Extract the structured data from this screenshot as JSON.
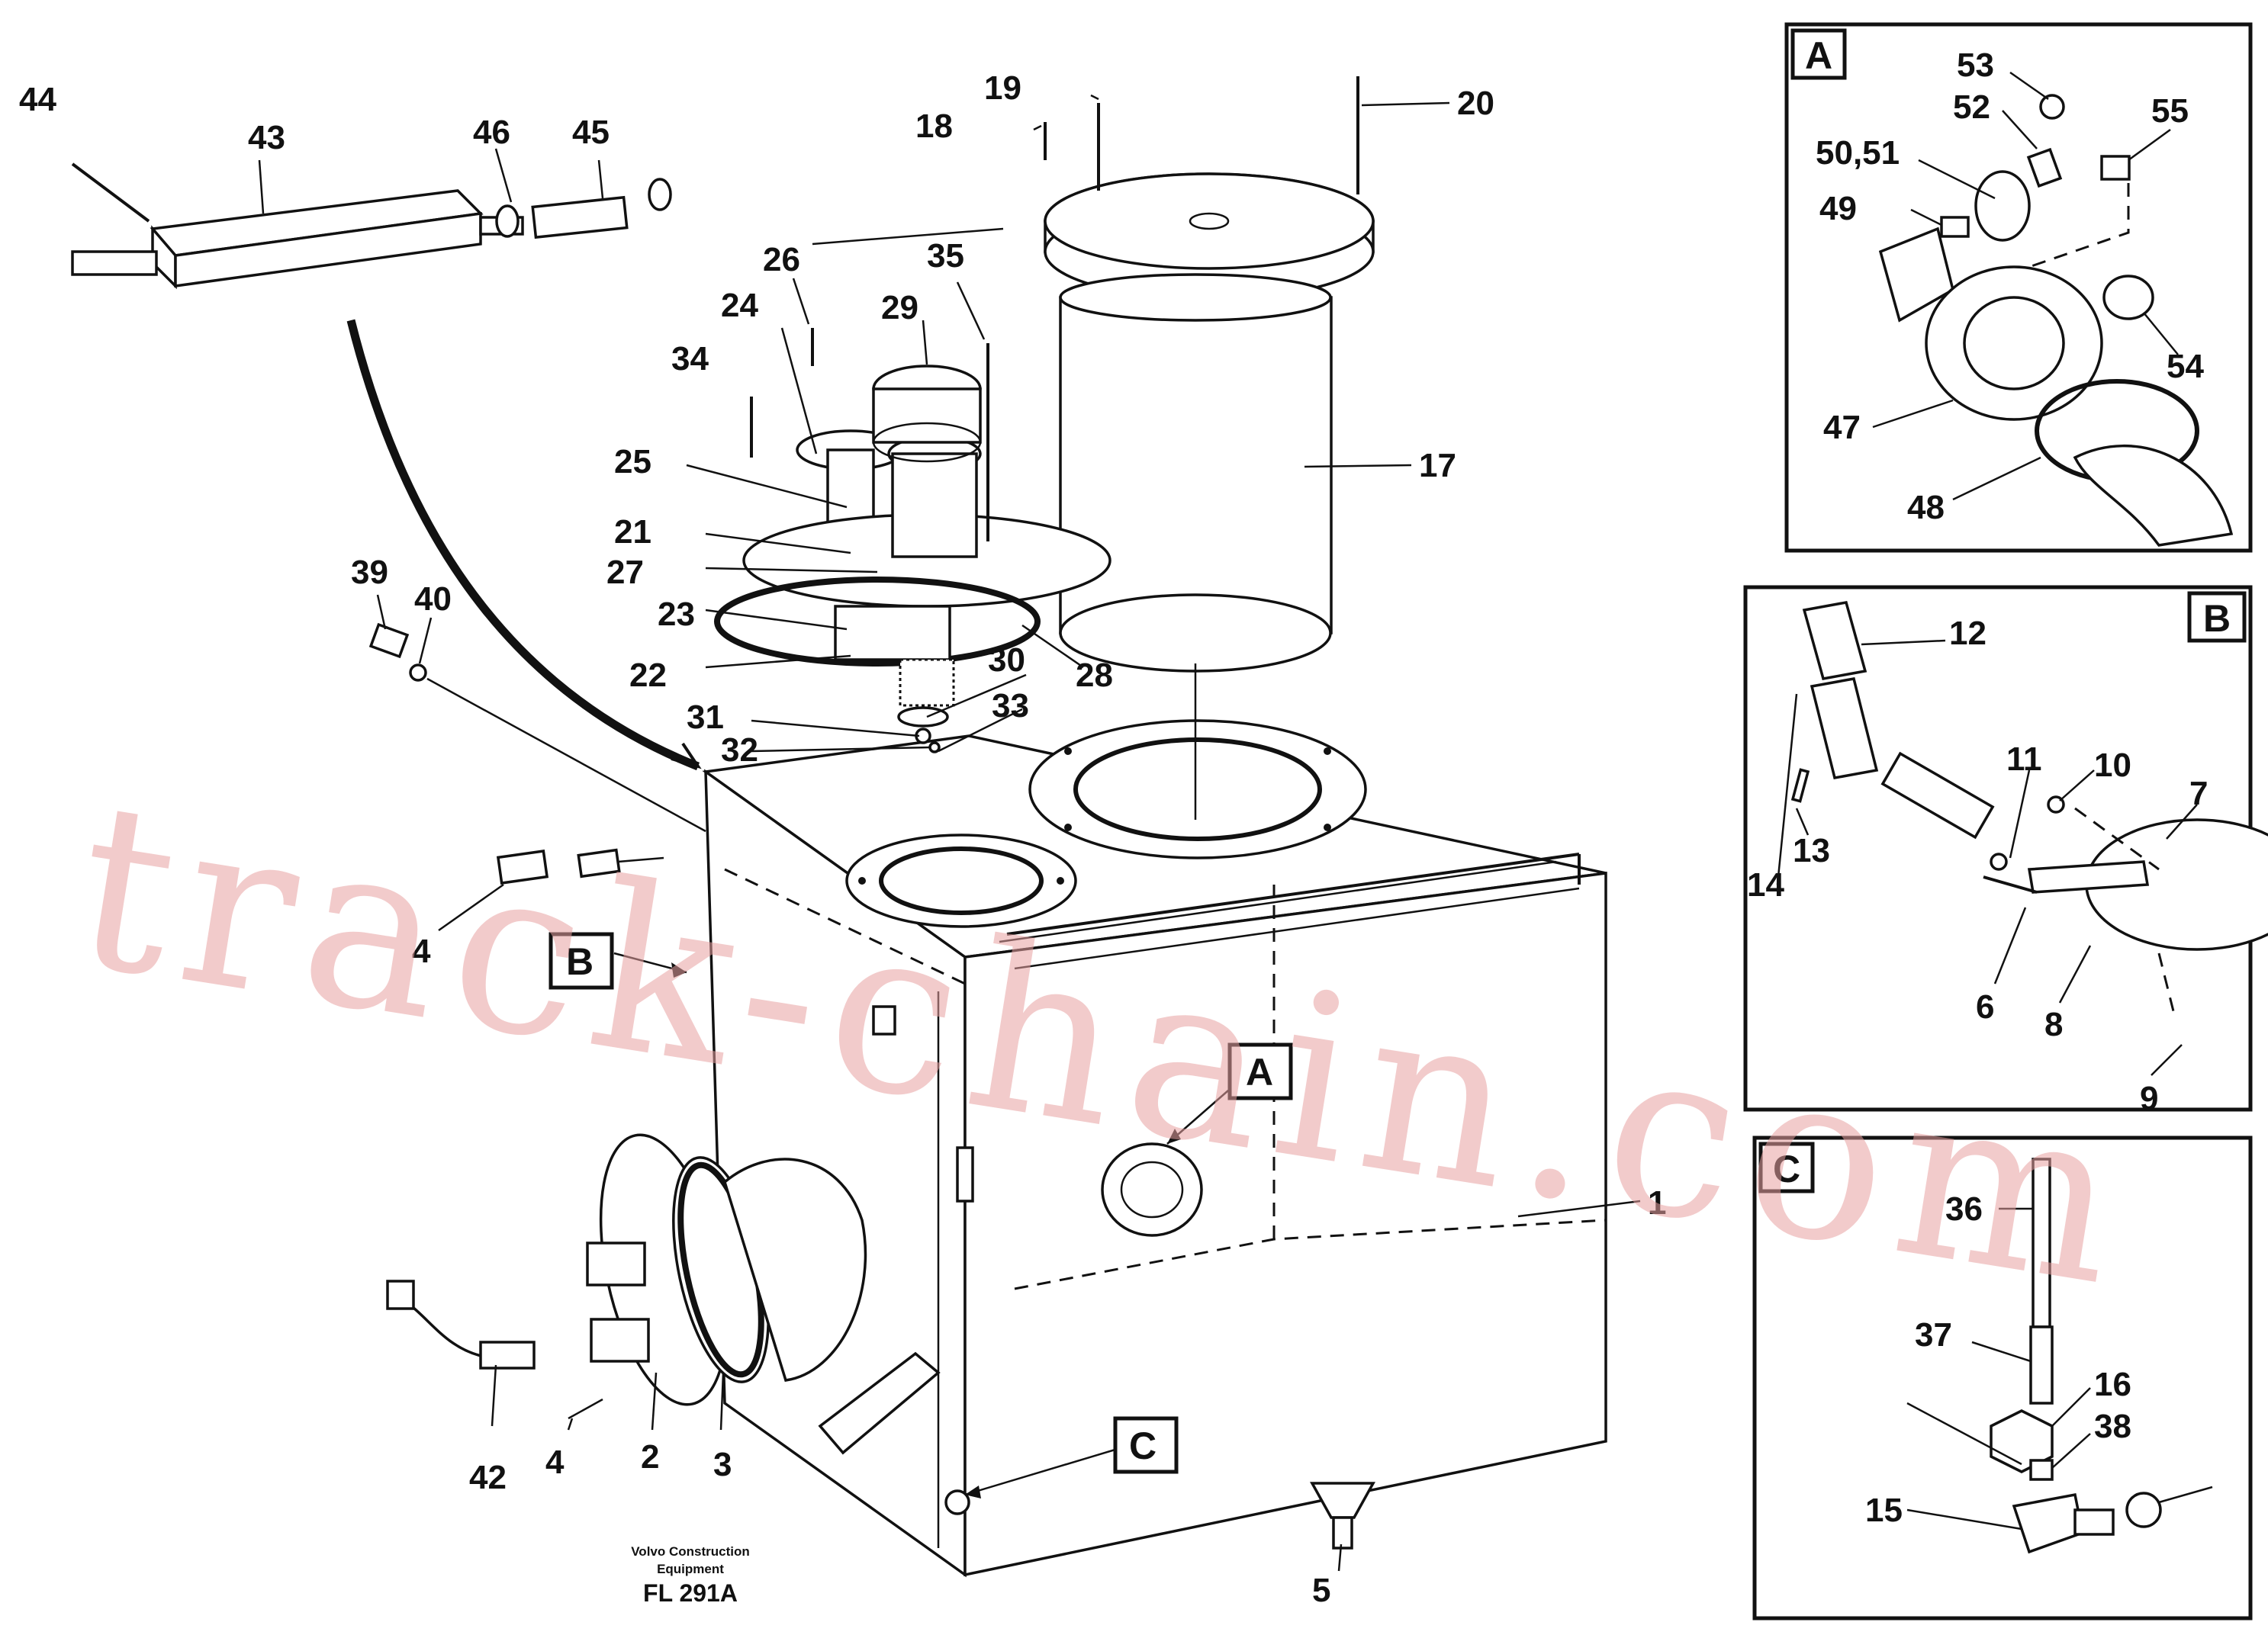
{
  "callouts": {
    "c1": "1",
    "c2": "2",
    "c3": "3",
    "c4a": "4",
    "c4b": "4",
    "c5": "5",
    "c6": "6",
    "c7": "7",
    "c8": "8",
    "c9": "9",
    "c10": "10",
    "c11": "11",
    "c12": "12",
    "c13": "13",
    "c14": "14",
    "c15": "15",
    "c16": "16",
    "c17": "17",
    "c18": "18",
    "c19": "19",
    "c20": "20",
    "c21": "21",
    "c22": "22",
    "c23": "23",
    "c24": "24",
    "c25": "25",
    "c26": "26",
    "c27": "27",
    "c28": "28",
    "c29": "29",
    "c30": "30",
    "c31": "31",
    "c32": "32",
    "c33": "33",
    "c34": "34",
    "c35": "35",
    "c36": "36",
    "c37": "37",
    "c38": "38",
    "c39": "39",
    "c40": "40",
    "c42": "42",
    "c43": "43",
    "c44": "44",
    "c45": "45",
    "c46": "46",
    "c47": "47",
    "c48": "48",
    "c49": "49",
    "c5051": "50,51",
    "c52": "52",
    "c53": "53",
    "c54": "54",
    "c55": "55"
  },
  "detail_tags": {
    "a_main": "A",
    "b_main": "B",
    "c_main": "C",
    "a_panel": "A",
    "b_panel": "B",
    "c_panel": "C"
  },
  "caption": {
    "line1": "Volvo Construction",
    "line2": "Equipment",
    "code": "FL 291A"
  },
  "watermark": "track-chain.com"
}
